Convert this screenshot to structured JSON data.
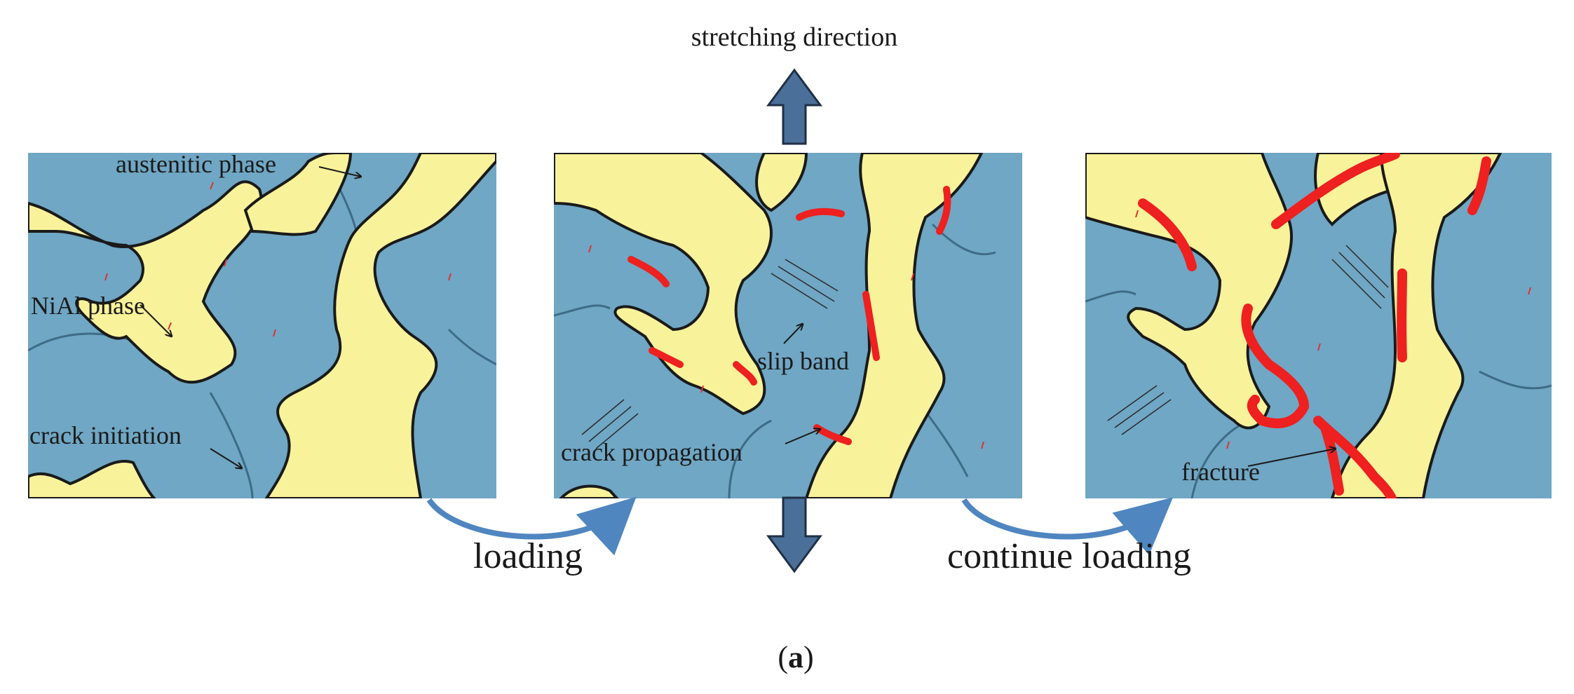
{
  "title": "stretching direction",
  "arrows": {
    "loading": "loading",
    "continue_loading": "continue loading"
  },
  "panel1": {
    "austenitic": "austenitic phase",
    "nial": "NiAl phase",
    "crack_initiation": "crack initiation"
  },
  "panel2": {
    "slip_band": "slip band",
    "crack_propagation": "crack propagation"
  },
  "panel3": {
    "fracture": "fracture"
  },
  "caption": {
    "open": "(",
    "letter": "a",
    "close": ")"
  },
  "colors": {
    "austenite_blue": "#6fa7c4",
    "nial_yellow": "#f8f29a",
    "crack_red": "#ee2020",
    "arrow_blue": "#4a6f99",
    "curve_blue": "#4f86c0"
  }
}
